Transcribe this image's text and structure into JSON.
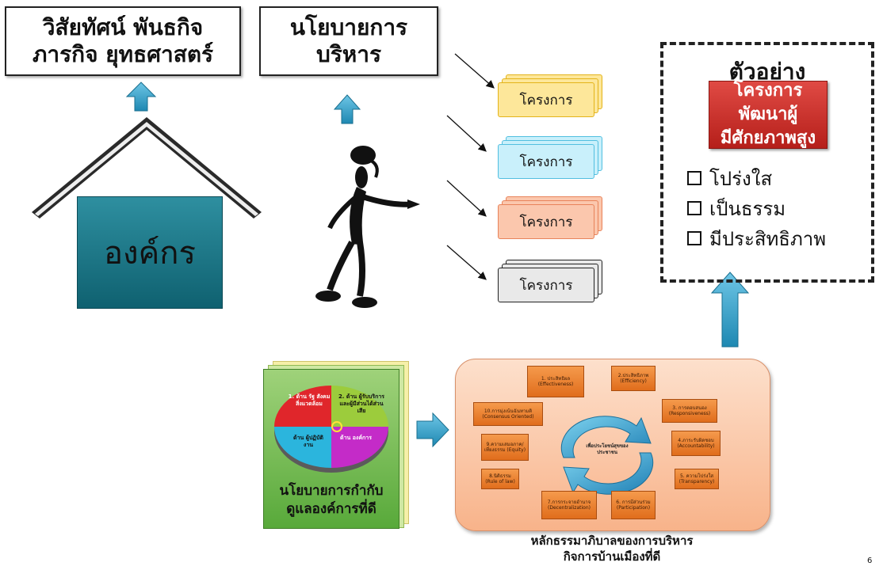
{
  "vision_box": {
    "line1": "วิสัยทัศน์ พันธกิจ",
    "line2": "ภารกิจ ยุทธศาสตร์"
  },
  "policy_box": {
    "line1": "นโยบายการ",
    "line2": "บริหาร"
  },
  "organization_label": "องค์กร",
  "projects": [
    {
      "label": "โครงการ",
      "color": "#fde79a",
      "border": "#e3b31a"
    },
    {
      "label": "โครงการ",
      "color": "#c9f0fb",
      "border": "#52bfe0"
    },
    {
      "label": "โครงการ",
      "color": "#fbc7ad",
      "border": "#e8835a"
    },
    {
      "label": "โครงการ",
      "color": "#e9e9e9",
      "border": "#222222"
    }
  ],
  "example": {
    "title": "ตัวอย่าง",
    "banner_line1": "โครงการพัฒนาผู้",
    "banner_line2": "มีศักยภาพสูง",
    "items": [
      "โปร่งใส",
      "เป็นธรรม",
      "มีประสิทธิภาพ"
    ]
  },
  "governance_policy": {
    "caption_line1": "นโยบายการกำกับ",
    "caption_line2": "ดูแลองค์การที่ดี",
    "quadrants": [
      {
        "label": "1. ด้าน รัฐ สังคม สิ่งแวดล้อม",
        "color": "#e0262b"
      },
      {
        "label": "2. ด้าน ผู้รับบริการ และผู้มีส่วนได้ส่วนเสีย",
        "color": "#9ccc3c"
      },
      {
        "label": "ด้าน ผู้ปฏิบัติงาน",
        "color": "#2bb5dd"
      },
      {
        "label": "ด้าน องค์การ",
        "color": "#c42bc8"
      }
    ]
  },
  "good_governance": {
    "caption_line1": "หลักธรรมาภิบาลของการบริหาร",
    "caption_line2": "กิจการบ้านเมืองที่ดี",
    "center_label": "เพื่อประโยชน์สุขของประชาชน",
    "principles": [
      "1. ประสิทธิผล (Effectiveness)",
      "2.ประสิทธิภาพ (Efficiency)",
      "3. การตอบสนอง (Responsiveness)",
      "4.ภาระรับผิดชอบ (Accountability)",
      "5. ความโปร่งใส (Transparency)",
      "6. การมีส่วนร่วม (Participation)",
      "7.การกระจายอำนาจ (Decentralization)",
      "8.นิติธรรม (Rule of law)",
      "9.ความเสมอภาค/เที่ยงธรรม (Equity)",
      "10.การมุ่งเน้นฉันทามติ (Consensus Oriented)"
    ]
  },
  "page_number": "6"
}
